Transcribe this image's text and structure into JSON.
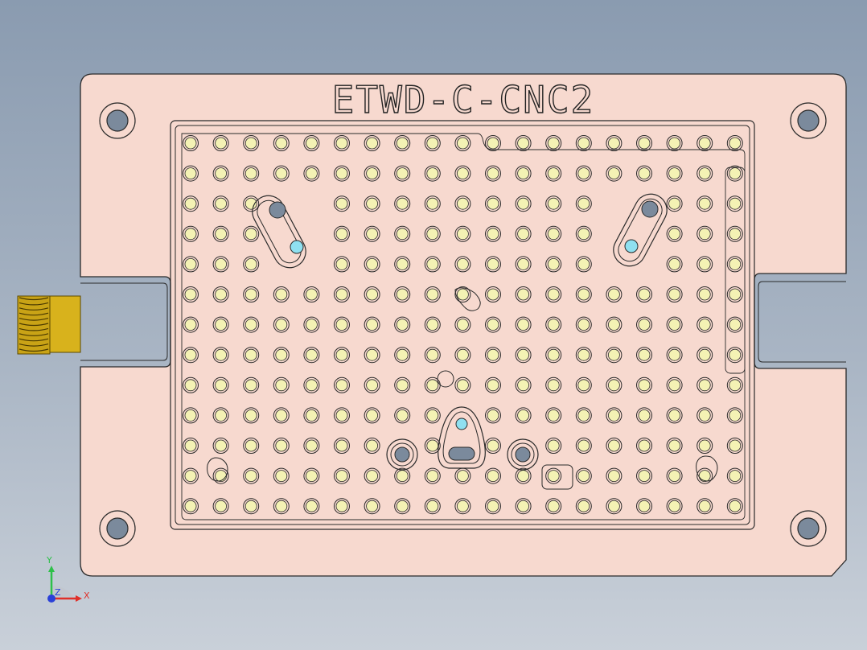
{
  "part": {
    "engraved_label": "ETWD-C-CNC2",
    "plate_color": "#f7d9cf",
    "outline_color": "#2a2a2a",
    "pin_color": "#f4f2b4",
    "connector_color": "#d8b21c"
  },
  "axis_triad": {
    "x_label": "X",
    "y_label": "Y",
    "z_label": "Z",
    "x_color": "#e0302a",
    "y_color": "#2ec04a",
    "z_color": "#2a40d8"
  },
  "icons": [
    "coordinate-triad-icon",
    "sma-connector-icon"
  ]
}
